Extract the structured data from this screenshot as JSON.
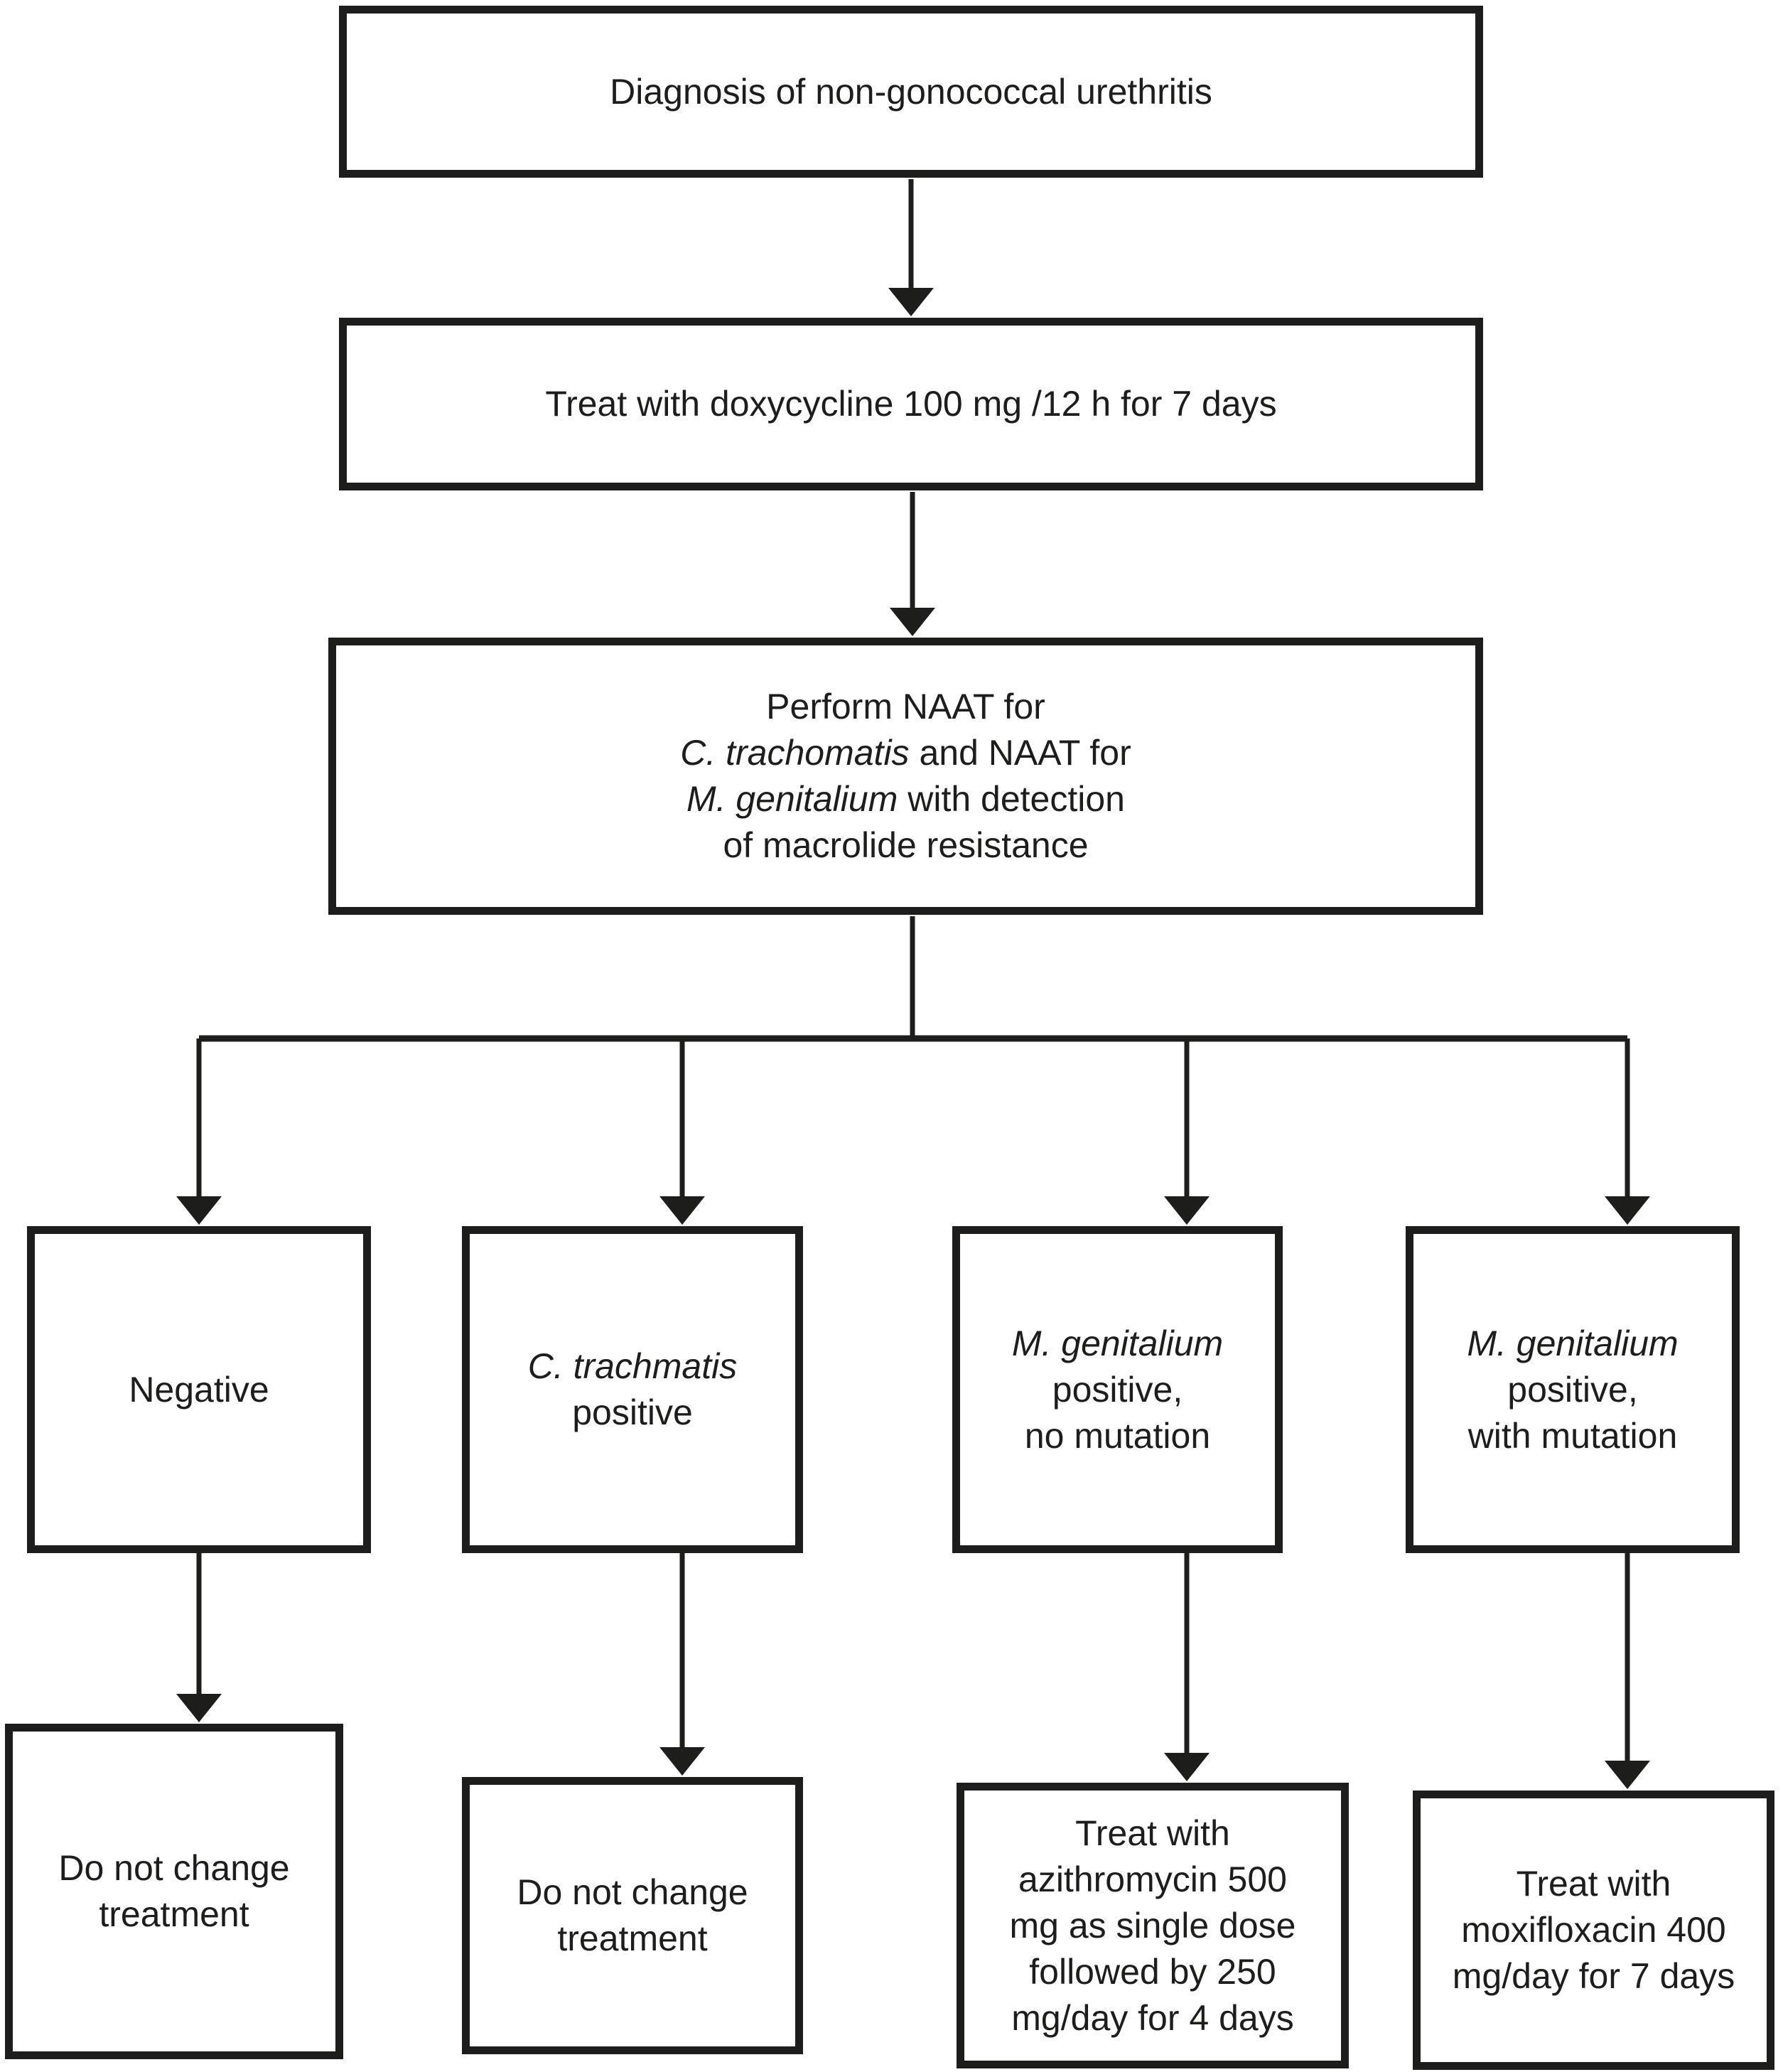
{
  "colors": {
    "line": "#1d1d1b",
    "text": "#1d1d1b",
    "background": "#ffffff"
  },
  "nodes": {
    "diagnosis": {
      "text": "Diagnosis of non-gonococcal urethritis"
    },
    "treat_doxycycline": {
      "text": "Treat with doxycycline 100 mg /12 h for 7 days"
    },
    "perform_naat": {
      "line1": "Perform NAAT for",
      "line2_species": "C. trachomatis",
      "line2_rest": " and NAAT for",
      "line3_species": "M. genitalium",
      "line3_rest": " with detection",
      "line4": "of macrolide resistance"
    },
    "negative": {
      "text": "Negative"
    },
    "ct_positive": {
      "species": "C. trachmatis",
      "line2": "positive"
    },
    "mg_positive_no_mutation": {
      "species": "M. genitalium",
      "line2": "positive,",
      "line3": "no mutation"
    },
    "mg_positive_with_mutation": {
      "species": "M. genitalium",
      "line2": "positive,",
      "line3": "with mutation"
    },
    "do_not_change_1": {
      "line1": "Do not change",
      "line2": "treatment"
    },
    "do_not_change_2": {
      "line1": "Do not change",
      "line2": "treatment"
    },
    "treat_azithromycin": {
      "lines": [
        "Treat with",
        "azithromycin 500",
        "mg as single dose",
        "followed by 250",
        "mg/day for 4 days"
      ]
    },
    "treat_moxifloxacin": {
      "lines": [
        "Treat with",
        "moxifloxacin 400",
        "mg/day for 7 days"
      ]
    }
  }
}
